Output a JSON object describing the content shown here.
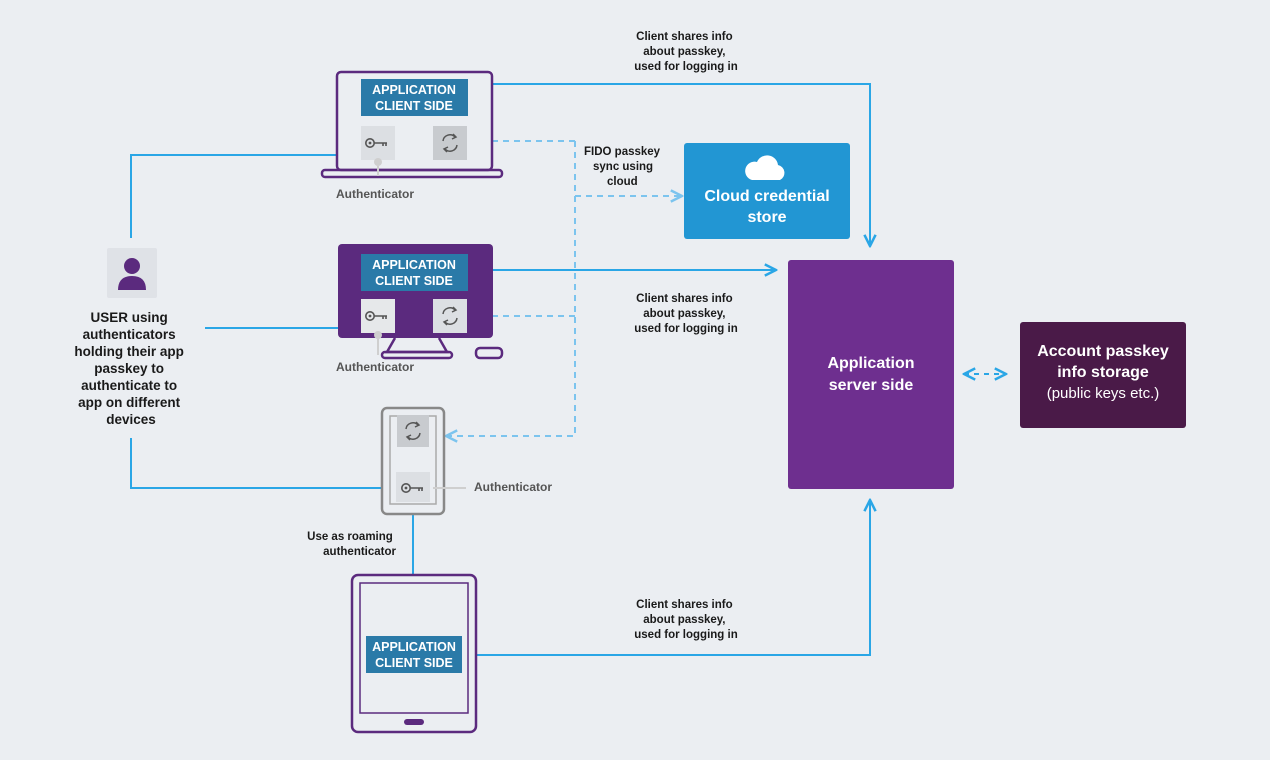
{
  "colors": {
    "background": "#ebeef2",
    "purple": "#5b2a7e",
    "app_blue": "#2a7aa8",
    "arrow_blue": "#2aa6e6",
    "cloud_blue": "#2296d3",
    "server_purple": "#6e2f8f",
    "storage_dark": "#4a1a48"
  },
  "user": {
    "icon": "person-icon",
    "label_lines": [
      "USER using",
      "authenticators",
      "holding their app",
      "passkey to",
      "authenticate to",
      "app on different",
      "devices"
    ]
  },
  "app_client": {
    "line1": "APPLICATION",
    "line2": "CLIENT SIDE"
  },
  "authenticator_label": "Authenticator",
  "sync_note": {
    "lines": [
      "FIDO passkey",
      "sync using",
      "cloud"
    ]
  },
  "cloud_store": {
    "icon": "cloud-icon",
    "lines": [
      "Cloud credential",
      "store"
    ]
  },
  "server": {
    "lines": [
      "Application",
      "server side"
    ]
  },
  "storage": {
    "lines": [
      "Account passkey",
      "info storage",
      "(public keys etc.)"
    ]
  },
  "client_info_note": {
    "lines": [
      "Client shares info",
      "about passkey,",
      "used for logging in"
    ]
  },
  "roaming_note": {
    "lines": [
      "Use as roaming",
      "authenticator"
    ]
  },
  "icons": {
    "key": "key-icon",
    "sync": "sync-icon"
  }
}
